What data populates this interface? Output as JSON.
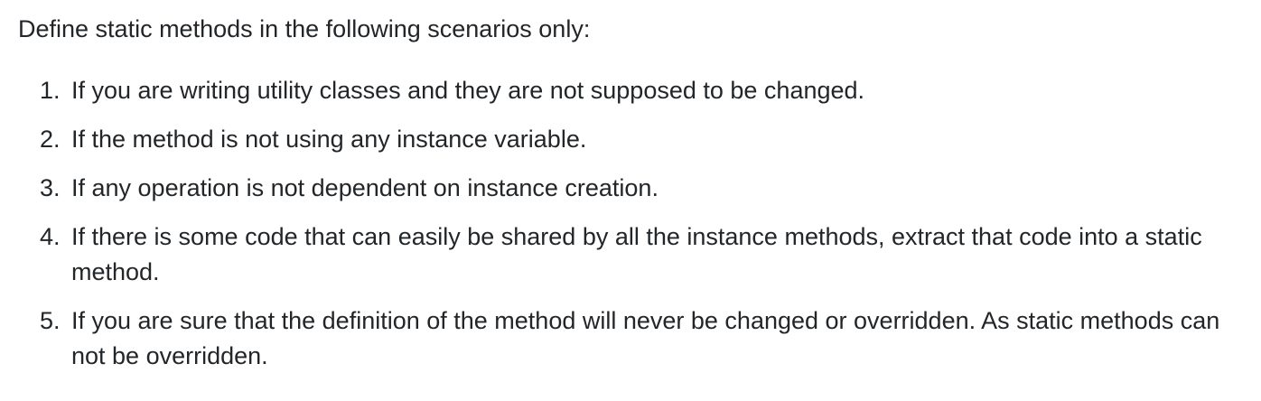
{
  "intro": "Define static methods in the following scenarios only:",
  "items": [
    {
      "number": "1.",
      "text": "If you are writing utility classes and they are not supposed to be changed."
    },
    {
      "number": "2.",
      "text": "If the method is not using any instance variable."
    },
    {
      "number": "3.",
      "text": "If any operation is not dependent on instance creation."
    },
    {
      "number": "4.",
      "text": "If there is some code that can easily be shared by all the instance methods, extract that code into a static method."
    },
    {
      "number": "5.",
      "text": "If you are sure that the definition of the method will never be changed or overridden. As static methods can not be overridden."
    }
  ]
}
